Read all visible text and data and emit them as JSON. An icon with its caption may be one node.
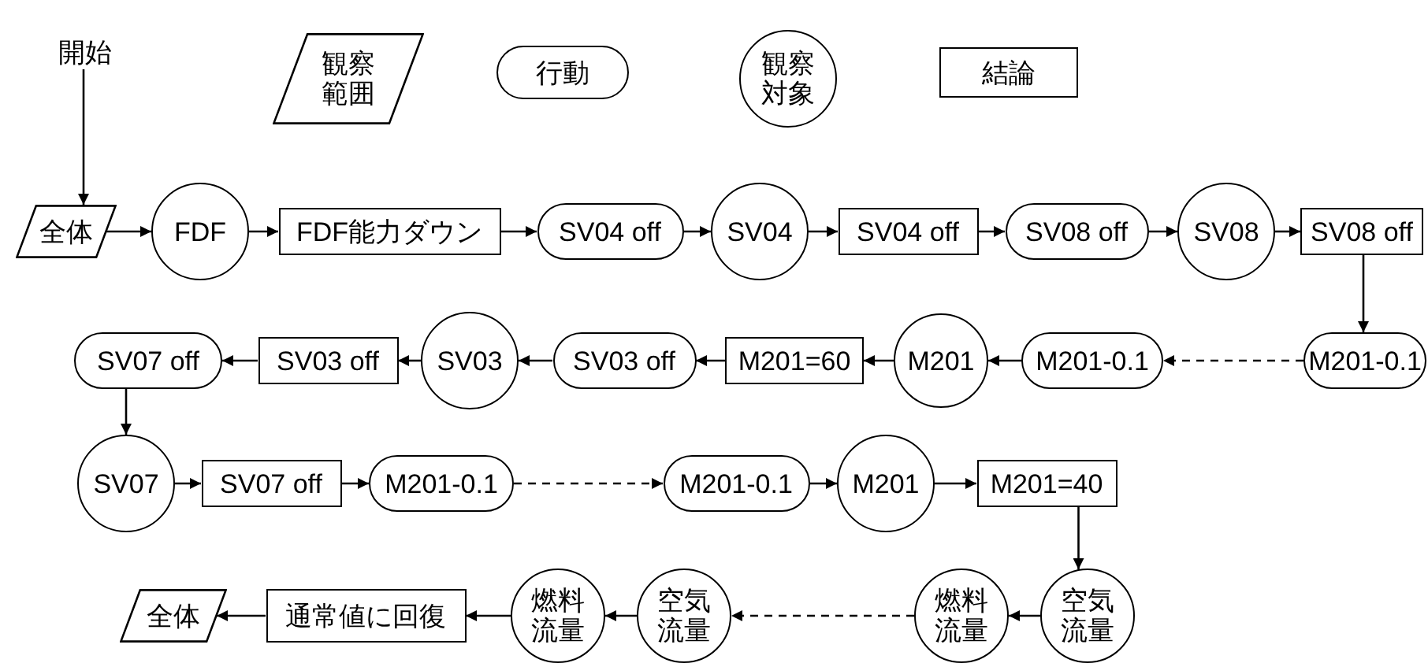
{
  "diagram": {
    "nodes": [
      {
        "text": [
          "開始"
        ]
      },
      {
        "text": [
          "観察範囲"
        ]
      },
      {
        "text": [
          "行動"
        ]
      },
      {
        "text": [
          "観察対象"
        ]
      },
      {
        "text": [
          "結論"
        ]
      },
      {
        "text": [
          "全体"
        ]
      },
      {
        "text": [
          "FDF"
        ]
      },
      {
        "text": [
          "FDF能力ダウン"
        ]
      },
      {
        "text": [
          "SV04 off"
        ]
      },
      {
        "text": [
          "SV04"
        ]
      },
      {
        "text": [
          "SV04 off"
        ]
      },
      {
        "text": [
          "SV08 off"
        ]
      },
      {
        "text": [
          "SV08"
        ]
      },
      {
        "text": [
          "SV08 off"
        ]
      },
      {
        "text": [
          "M201-0.1"
        ]
      },
      {
        "text": [
          "M201-0.1"
        ]
      },
      {
        "text": [
          "M201"
        ]
      },
      {
        "text": [
          "M201=60"
        ]
      },
      {
        "text": [
          "SV03 off"
        ]
      },
      {
        "text": [
          "SV03"
        ]
      },
      {
        "text": [
          "SV03 off"
        ]
      },
      {
        "text": [
          "SV07 off"
        ]
      },
      {
        "text": [
          "SV07"
        ]
      },
      {
        "text": [
          "SV07 off"
        ]
      },
      {
        "text": [
          "M201-0.1"
        ]
      },
      {
        "text": [
          "M201-0.1"
        ]
      },
      {
        "text": [
          "M201"
        ]
      },
      {
        "text": [
          "M201=40"
        ]
      },
      {
        "text": [
          "空気流量"
        ]
      },
      {
        "text": [
          "燃料流量"
        ]
      },
      {
        "text": [
          "空気流量"
        ]
      },
      {
        "text": [
          "燃料流量"
        ]
      },
      {
        "text": [
          "通常値に回復"
        ]
      },
      {
        "text": [
          "全体"
        ]
      }
    ],
    "edges": [
      {
        "from": 0,
        "to": 5,
        "arrow": "to"
      },
      {
        "from": 5,
        "to": 6,
        "arrow": "to"
      },
      {
        "from": 6,
        "to": 7,
        "arrow": "to"
      },
      {
        "from": 7,
        "to": 8,
        "arrow": "to"
      },
      {
        "from": 8,
        "to": 9,
        "arrow": "to"
      },
      {
        "from": 9,
        "to": 10,
        "arrow": "to"
      },
      {
        "from": 10,
        "to": 11,
        "arrow": "to"
      },
      {
        "from": 11,
        "to": 12,
        "arrow": "to"
      },
      {
        "from": 12,
        "to": 13,
        "arrow": "to"
      },
      {
        "from": 13,
        "to": 14,
        "arrow": "to"
      },
      {
        "from": 14,
        "to": 15,
        "arrow": "to",
        "style": "dashed"
      },
      {
        "from": 15,
        "to": 16,
        "arrow": "to"
      },
      {
        "from": 16,
        "to": 17,
        "arrow": "to"
      },
      {
        "from": 17,
        "to": 18,
        "arrow": "to"
      },
      {
        "from": 18,
        "to": 19,
        "arrow": "to"
      },
      {
        "from": 19,
        "to": 20,
        "arrow": "to"
      },
      {
        "from": 20,
        "to": 21,
        "arrow": "to"
      },
      {
        "from": 21,
        "to": 22,
        "arrow": "to"
      },
      {
        "from": 22,
        "to": 23,
        "arrow": "to"
      },
      {
        "from": 23,
        "to": 24,
        "arrow": "to"
      },
      {
        "from": 24,
        "to": 25,
        "arrow": "to",
        "style": "dashed"
      },
      {
        "from": 25,
        "to": 26,
        "arrow": "to"
      },
      {
        "from": 26,
        "to": 27,
        "arrow": "to"
      },
      {
        "from": 27,
        "to": 28,
        "arrow": "to"
      },
      {
        "from": 28,
        "to": 29,
        "arrow": "to"
      },
      {
        "from": 29,
        "to": 30,
        "arrow": "to",
        "style": "dashed"
      },
      {
        "from": 30,
        "to": 31,
        "arrow": "to"
      },
      {
        "from": 31,
        "to": 32,
        "arrow": "to"
      },
      {
        "from": 32,
        "to": 33,
        "arrow": "to"
      }
    ]
  }
}
